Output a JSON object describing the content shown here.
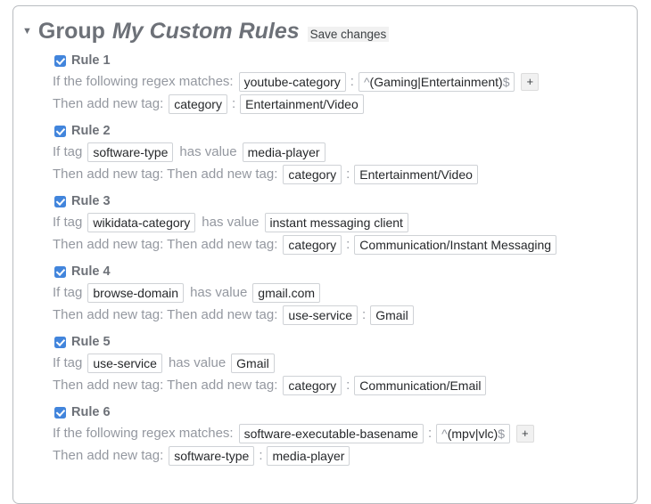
{
  "group": {
    "disclosure_icon": "triangle-down-icon",
    "label": "Group",
    "name": "My Custom Rules",
    "save_label": "Save changes"
  },
  "labels": {
    "regex_match": "If the following regex matches:",
    "if_tag": "If tag",
    "has_value": "has value",
    "then_add_tag": "Then add new tag:",
    "then_add_tag_double": "Then add new tag: Then add new tag:",
    "colon": ":",
    "plus": "+",
    "anchor_start": "^",
    "anchor_end": "$"
  },
  "colors": {
    "checkbox_blue": "#4285dc",
    "label_gray": "#9498a0",
    "heading_gray": "#6d7178",
    "border_gray": "#cfd2d6",
    "container_border": "#b9bcc0"
  },
  "rules": [
    {
      "title": "Rule 1",
      "checked": true,
      "type": "regex",
      "condition_label": "If the following regex matches:",
      "condition_tag": "youtube-category",
      "regex_body": "(Gaming|Entertainment)",
      "action_label": "Then add new tag:",
      "action_tag": "category",
      "action_value": "Entertainment/Video"
    },
    {
      "title": "Rule 2",
      "checked": true,
      "type": "tagvalue",
      "condition_label": "If tag",
      "condition_tag": "software-type",
      "condition_mid": "has value",
      "condition_value": "media-player",
      "action_label": "Then add new tag: Then add new tag:",
      "action_tag": "category",
      "action_value": "Entertainment/Video"
    },
    {
      "title": "Rule 3",
      "checked": true,
      "type": "tagvalue",
      "condition_label": "If tag",
      "condition_tag": "wikidata-category",
      "condition_mid": "has value",
      "condition_value": "instant messaging client",
      "action_label": "Then add new tag: Then add new tag:",
      "action_tag": "category",
      "action_value": "Communication/Instant Messaging"
    },
    {
      "title": "Rule 4",
      "checked": true,
      "type": "tagvalue",
      "condition_label": "If tag",
      "condition_tag": "browse-domain",
      "condition_mid": "has value",
      "condition_value": "gmail.com",
      "action_label": "Then add new tag: Then add new tag:",
      "action_tag": "use-service",
      "action_value": "Gmail"
    },
    {
      "title": "Rule 5",
      "checked": true,
      "type": "tagvalue",
      "condition_label": "If tag",
      "condition_tag": "use-service",
      "condition_mid": "has value",
      "condition_value": "Gmail",
      "action_label": "Then add new tag: Then add new tag:",
      "action_tag": "category",
      "action_value": "Communication/Email"
    },
    {
      "title": "Rule 6",
      "checked": true,
      "type": "regex",
      "condition_label": "If the following regex matches:",
      "condition_tag": "software-executable-basename",
      "regex_body": "(mpv|vlc)",
      "action_label": "Then add new tag:",
      "action_tag": "software-type",
      "action_value": "media-player"
    }
  ]
}
